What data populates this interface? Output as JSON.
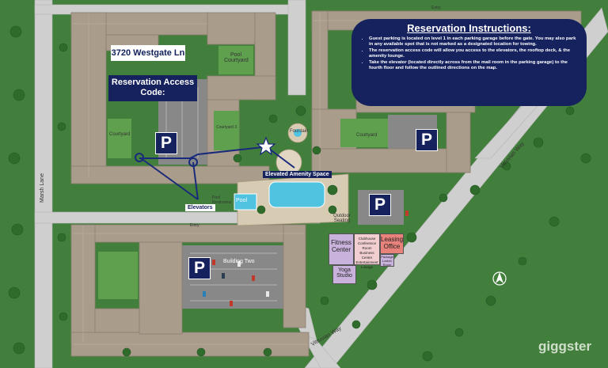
{
  "address": "3720 Westgate Ln",
  "reservation_code_label": "Reservation Access Code:",
  "instructions": {
    "title": "Reservation Instructions:",
    "items": [
      "Guest parking is located on level 1 in each parking garage before the gate. You may also park in any available spot that is not marked as a designated location for towing.",
      "The reservation access code will allow you access to the elevators, the rooftop deck, & the amenity lounge.",
      "Take the elevator (located directly across from the mail room in the parking garage) to the fourth floor and follow the outlined directions on the map."
    ]
  },
  "labels": {
    "elevators": "Elevators",
    "elevated_amenity": "Elevated Amenity Space",
    "pool_courtyard": "Pool Courtyard",
    "courtyard_left": "Courtyard",
    "courtyard_right": "Courtyard",
    "courtyard3": "Courtyard 3",
    "pool": "Pool",
    "pool_restrooms": "Pool Restrooms",
    "fountain": "Fountain",
    "outdoor_seating": "Outdoor Seating",
    "building_two": "Building Two",
    "fitness_center": "Fitness Center",
    "clubhouse": "Clubhouse",
    "conference_room": "Conference Room",
    "business_center": "Business Center",
    "entertainment_lounge": "Entertainment Lounge",
    "leasing_office": "Leasing Office",
    "package_locker": "Package Locker Room",
    "yoga_studio": "Yoga Studio",
    "marsh_lane": "Marsh Lane",
    "vitruvian_way_1": "Vitruvian Way",
    "vitruvian_way_2": "Vitruvian Way",
    "entry": "Entry",
    "parking": "P",
    "brand": "giggster"
  },
  "colors": {
    "navy": "#16225e",
    "grass": "#3f7a3a",
    "building": "#a99c8b",
    "road": "#cfcfcf",
    "fitness": "#c9b3dc",
    "leasing": "#e9827b",
    "clubhouse": "#f1cfd0"
  }
}
